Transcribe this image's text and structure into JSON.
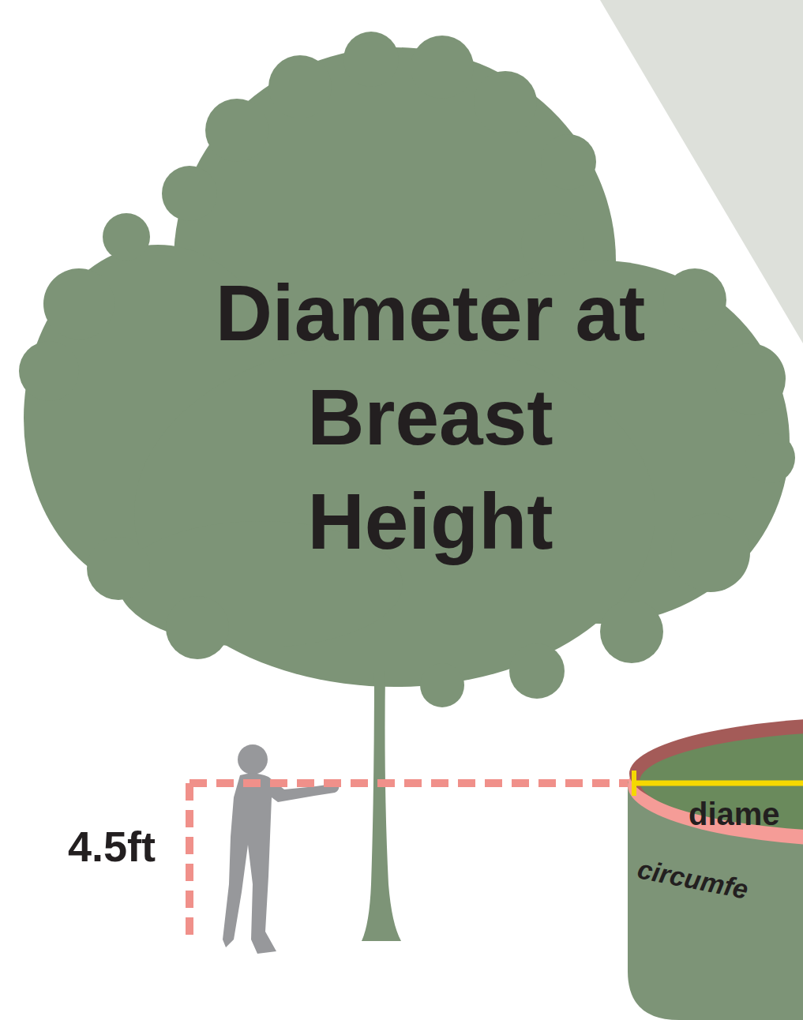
{
  "diagram": {
    "title": "Diameter at Breast Height",
    "labels": [
      "4.5ft",
      "diame",
      "circumfe"
    ]
  }
}
